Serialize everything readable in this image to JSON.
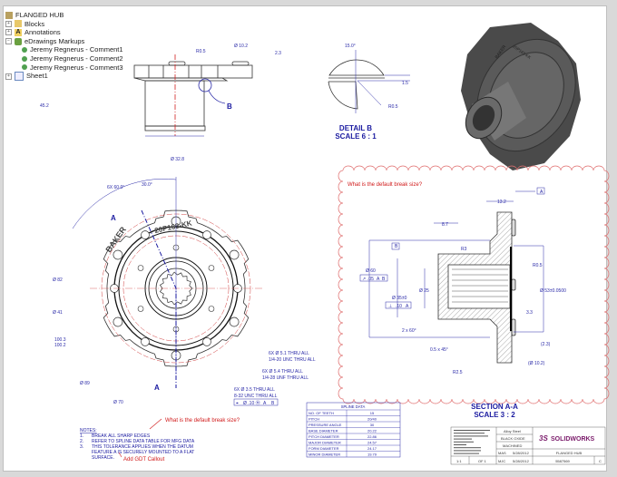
{
  "tree": {
    "root": "FLANGED HUB",
    "items": [
      {
        "label": "Blocks",
        "icon": "blocks-folder-icon"
      },
      {
        "label": "Annotations",
        "icon": "annotations-icon"
      },
      {
        "label": "eDrawings Markups",
        "icon": "markups-icon",
        "children": [
          "Jeremy Regnerus - Comment1",
          "Jeremy Regnerus - Comment2",
          "Jeremy Regnerus - Comment3"
        ]
      },
      {
        "label": "Sheet1",
        "icon": "sheet-icon"
      }
    ]
  },
  "top_view": {
    "dims": {
      "r05": "R0.5",
      "d102": "Ø 10.2",
      "h23": "2.3",
      "h452": "45.2",
      "d328": "Ø 32.8",
      "detail_label": "B"
    }
  },
  "detail_b": {
    "title": "DETAIL B",
    "scale": "SCALE 6 : 1",
    "dims": {
      "angle": "15.0°",
      "h15": "1.5",
      "r05": "R0.5"
    }
  },
  "front_view": {
    "marking_left": "BAKER",
    "marking_right": "20P163-KK",
    "section_label": "A",
    "dims": {
      "ang60": "6X 60.0°",
      "ang30": "30.0°",
      "d82": "Ø 82",
      "d41": "Ø 41",
      "d1003": "100.3",
      "d1002": "100.2",
      "d89": "Ø 89",
      "d70": "Ø 70"
    },
    "callouts": [
      {
        "line1": "6X  Ø 5.1 THRU ALL",
        "line2": "1/4-20 UNC  THRU ALL"
      },
      {
        "line1": "6X  Ø 5.4 THRU ALL",
        "line2": "1/4-28 UNF THRU ALL"
      },
      {
        "line1": "6X  Ø 3.5 THRU ALL",
        "line2": "8-32 UNC  THRU ALL",
        "fcf": [
          "⌖",
          "Ø .10 Ⓜ",
          "A",
          "B"
        ]
      }
    ]
  },
  "section_view": {
    "title": "SECTION A-A",
    "scale": "SCALE 3 : 2",
    "datum_a": "A",
    "datum_b": "B",
    "dims": {
      "d132": "13.2",
      "d87": "8.7",
      "r3": "R3",
      "r05": "R0.5",
      "d60": "Ø 60",
      "runout": [
        "↗",
        ".05",
        "A",
        "B"
      ],
      "d35": "Ø 35±0",
      "perp": [
        "⊥",
        ".10",
        "A"
      ],
      "d25": "Ø 25",
      "d53": "Ø 53±0.0500",
      "d33": "3.3",
      "ch260": "2 x 60°",
      "d23": "(2.3)",
      "ch05": "0.5 x 45°",
      "d102": "(Ø 10.2)",
      "r25": "R2.5"
    }
  },
  "markups": {
    "comment1": "What is the default break size?",
    "comment2": "What is the default break size?",
    "comment3": "Add GDT Callout",
    "color": "#d01818"
  },
  "notes": {
    "heading": "NOTES:",
    "items": [
      {
        "num": "1.",
        "text": "BREAK ALL SHARP EDGES"
      },
      {
        "num": "2.",
        "text": "REFER TO SPLINE DATA TABLE FOR MFG DATA"
      },
      {
        "num": "3.",
        "text": "THIS TOLERANCE APPLIES WHEN THE DATUM"
      },
      {
        "num": "",
        "text": "FEATURE A IS SECURELY MOUNTED TO A FLAT"
      },
      {
        "num": "",
        "text": "SURFACE."
      }
    ]
  },
  "spline_table": {
    "title": "SPLINE DATA",
    "rows": [
      [
        "NO. OF TEETH",
        "15"
      ],
      [
        "PITCH",
        "20/40"
      ],
      [
        "PRESSURE ANGLE",
        "30"
      ],
      [
        "BASE DIAMETER",
        "20.22"
      ],
      [
        "PITCH DIAMETER",
        "22.86"
      ],
      [
        "MAJOR DIAMETER",
        "24.57"
      ],
      [
        "FORM DIAMETER",
        "24.17"
      ],
      [
        "MINOR DIAMETER",
        "19.79"
      ]
    ]
  },
  "title_block": {
    "material": "Alloy Steel",
    "finish": "BLACK OXIDE",
    "process": "MACHINED",
    "drawn_by": "MAS",
    "drawn_date": "5/28/2012",
    "checked_by": "MJC",
    "checked_date": "5/28/2012",
    "logo": "SOLIDWORKS",
    "title": "FLANGED HUB",
    "part_number": "5587569",
    "rev": "C",
    "scale": "1:1",
    "sheet": "OF 1",
    "accent": "#7a1a6a"
  }
}
